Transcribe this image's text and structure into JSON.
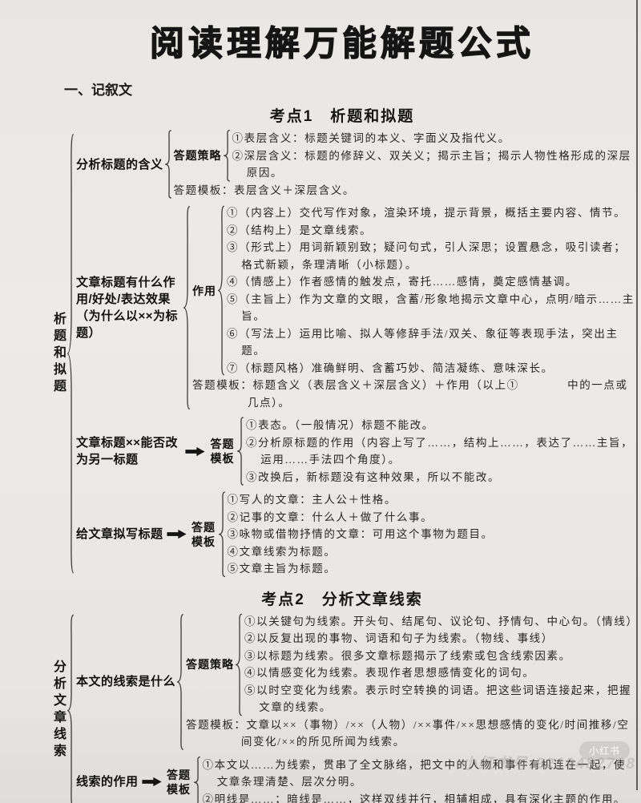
{
  "colors": {
    "page_bg": "#e9e7e3",
    "ink": "#232323",
    "edge_line": "#3c3c3c"
  },
  "doc": {
    "title": "阅读理解万能解题公式",
    "genre_heading": "一、记叙文",
    "watermark_badge": "小红书",
    "watermark_id": "小红书号:9219482798"
  },
  "k1": {
    "heading": "考点1　析题和拟题",
    "side_label": "析题和拟题",
    "b1": {
      "label": "分析标题的含义",
      "strategy_label": "答题策略",
      "items": [
        "①表层含义：标题关键词的本义、字面义及指代义。",
        "②深层含义：标题的修辞义、双关义；揭示主旨；揭示人物性格形成的深层原因。"
      ],
      "template": "答题模板：表层含义＋深层含义。"
    },
    "b2": {
      "label": "文章标题有什么作用/好处/表达效果（为什么以××为标题）",
      "role_label": "作用",
      "items": [
        "①（内容上）交代写作对象，渲染环境，提示背景，概括主要内容、情节。",
        "②（结构上）是文章线索。",
        "③（形式上）用词新颖别致；疑问句式，引人深思；设置悬念，吸引读者；格式新颖，条理清晰（小标题）。",
        "④（情感上）作者感情的触发点，寄托……感情，奠定感情基调。",
        "⑤（主旨上）作为文章的文眼，含蓄/形象地揭示文章中心，点明/暗示……主旨。",
        "⑥（写法上）运用比喻、拟人等修辞手法/双关、象征等表现手法，突出主题。",
        "⑦（标题风格）准确鲜明、含蓄巧妙、简洁凝练、意味深长。"
      ],
      "template": "答题模板：标题含义（表层含义＋深层含义）＋作用（以上①　　　　中的一点或几点）。"
    },
    "b3": {
      "label": "文章标题××能否改为另一标题",
      "answer_label": "答题模板",
      "items": [
        "①表态。（一般情况）标题不能改。",
        "②分析原标题的作用（内容上写了……，结构上……，表达了……主旨，运用……手法四个角度）。",
        "③改换后，新标题没有这种效果，所以不能改。"
      ]
    },
    "b4": {
      "label": "给文章拟写标题",
      "answer_label": "答题模板",
      "items": [
        "①写人的文章：主人公＋性格。",
        "②记事的文章：什么人＋做了什么事。",
        "③咏物或借物抒情的文章：可用这个事物为题目。",
        "④文章线索为标题。",
        "⑤文章主旨为标题。"
      ]
    }
  },
  "k2": {
    "heading": "考点2　分析文章线索",
    "side_label": "分析文章线索",
    "b1": {
      "label": "本文的线索是什么",
      "strategy_label": "答题策略",
      "items": [
        "①以关键句为线索。开头句、结尾句、议论句、抒情句、中心句。（情线）",
        "②以反复出现的事物、词语和句子为线索。（物线、事线）",
        "③以标题为线索。很多文章标题揭示了线索或包含线索因素。",
        "④以情感变化为线索。表现作者思想感情变化的词句。",
        "⑤以时空变化为线索。表示时空转换的词语。把这些词语连接起来，把握文章的线索。"
      ],
      "template": "答题模板：文章以××（事物）/××（人物）/××事件/××思想感情的变化/时间推移/空间变化/××的所见所闻为线索。"
    },
    "b2": {
      "label": "线索的作用",
      "answer_label": "答题模板",
      "items": [
        "①本文以……为线索，贯串了全文脉络，把文中的人物和事件有机连在一起，使文章条理清楚、层次分明。",
        "②明线是……；暗线是……，这样双线并行，相辅相成，具有深化主题的作用。"
      ]
    }
  }
}
